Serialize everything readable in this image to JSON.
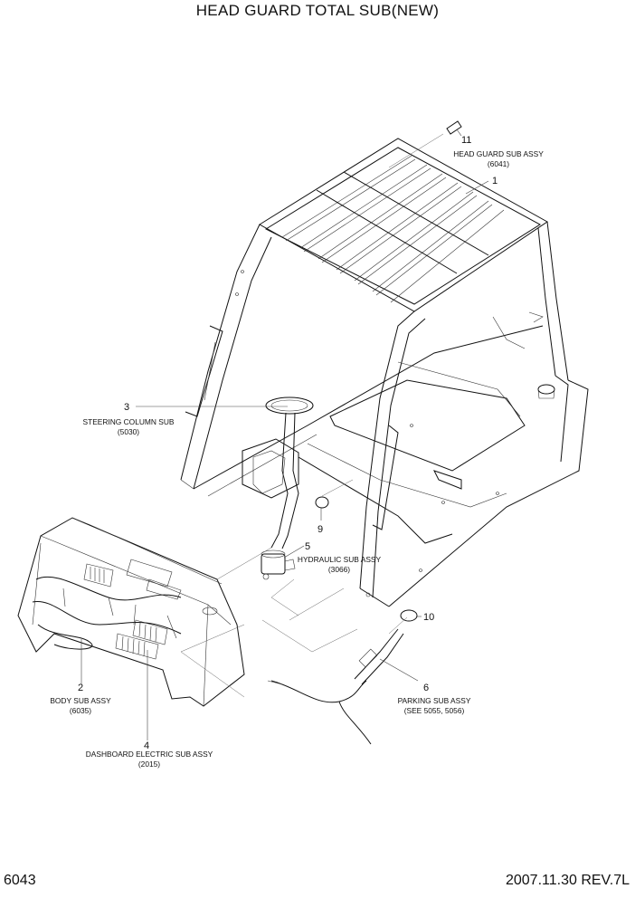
{
  "title": "HEAD GUARD TOTAL SUB(NEW)",
  "page_number": "6043",
  "revision": "2007.11.30 REV.7L",
  "callouts": [
    {
      "num": "1",
      "label": "HEAD GUARD SUB ASSY",
      "ref": "(6041)"
    },
    {
      "num": "2",
      "label": "BODY SUB ASSY",
      "ref": "(6035)"
    },
    {
      "num": "3",
      "label": "STEERING COLUMN SUB",
      "ref": "(5030)"
    },
    {
      "num": "4",
      "label": "DASHBOARD ELECTRIC SUB ASSY",
      "ref": "(2015)"
    },
    {
      "num": "5",
      "label": "HYDRAULIC SUB ASSY",
      "ref": "(3066)"
    },
    {
      "num": "6",
      "label": "PARKING SUB ASSY",
      "ref": "(SEE 5055, 5056)"
    },
    {
      "num": "9"
    },
    {
      "num": "10"
    },
    {
      "num": "11"
    }
  ]
}
